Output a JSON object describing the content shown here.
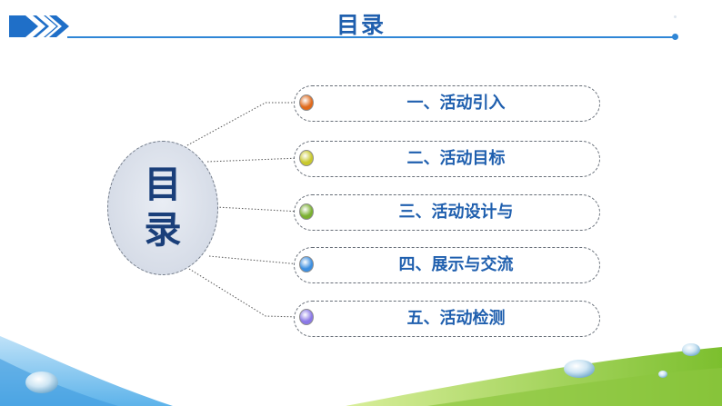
{
  "header": {
    "title": "目录"
  },
  "center": {
    "line1": "目",
    "line2": "录"
  },
  "menu": {
    "items": [
      {
        "label": "一、活动引入",
        "bullet_color": "#e06a1c"
      },
      {
        "label": "二、活动目标",
        "bullet_color": "#c8c82c"
      },
      {
        "label": "三、活动设计与",
        "bullet_color": "#7ab030"
      },
      {
        "label": "四、展示与交流",
        "bullet_color": "#3d8fe0"
      },
      {
        "label": "五、活动检测",
        "bullet_color": "#8a78e6"
      }
    ]
  },
  "theme": {
    "accent": "#1f5fae",
    "line": "#2f86d6",
    "green": "#8cc63f"
  },
  "icons": {
    "header": "double-chevron-right-icon",
    "drops": "water-drop-icon"
  }
}
